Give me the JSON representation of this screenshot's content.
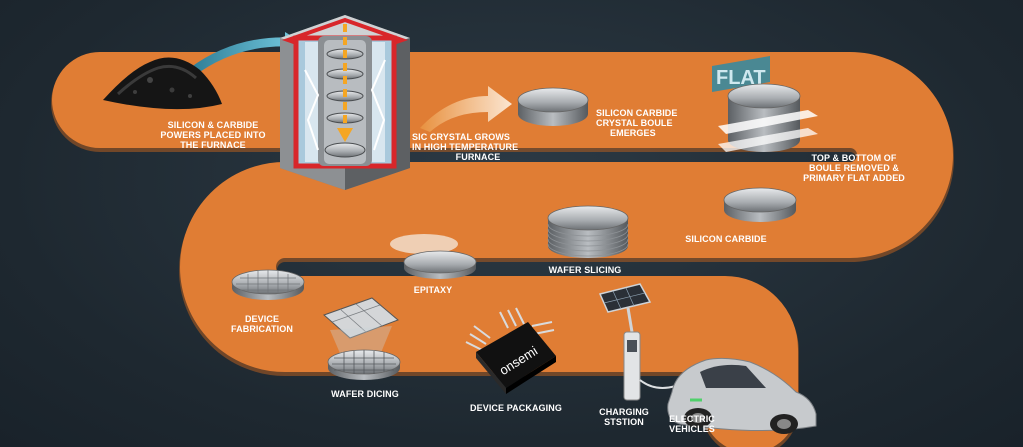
{
  "colors": {
    "band": "#e07d34",
    "band_dark": "#c0652a",
    "background": "#1f2a33",
    "furnace_red": "#d8262a",
    "accent_arrow": "#f5a623"
  },
  "labels": {
    "powders": [
      "SILICON & CARBIDE",
      "POWERS PLACED INTO",
      "THE FURNACE"
    ],
    "crystal_grows": [
      "SIC CRYSTAL GROWS",
      "IN HIGH TEMPERATURE",
      "FURNACE"
    ],
    "boule_emerges": [
      "SILICON CARBIDE",
      "CRYSTAL BOULE",
      "EMERGES"
    ],
    "flat_sign": "FLAT",
    "boule_removed": [
      "TOP & BOTTOM OF",
      "BOULE REMOVED &",
      "PRIMARY FLAT ADDED"
    ],
    "silicon_carbide": [
      "SILICON CARBIDE"
    ],
    "wafer_slicing": [
      "WAFER SLICING"
    ],
    "epitaxy": [
      "EPITAXY"
    ],
    "device_fabrication": [
      "DEVICE",
      "FABRICATION"
    ],
    "wafer_dicing": [
      "WAFER DICING"
    ],
    "device_packaging": [
      "DEVICE PACKAGING"
    ],
    "chip_brand": "onsemi",
    "charging_station": [
      "CHARGING",
      "STSTION"
    ],
    "electric_vehicles": [
      "ELECTRIC",
      "VEHICLES"
    ]
  },
  "icons": [
    "powder-pile-icon",
    "furnace-icon",
    "boule-icon",
    "flat-sign-icon",
    "sliced-boule-icon",
    "wafer-disc-icon",
    "wafer-stack-icon",
    "epitaxy-wafer-icon",
    "patterned-wafer-icon",
    "diced-wafer-icon",
    "chip-package-icon",
    "solar-panel-icon",
    "charging-station-icon",
    "electric-car-icon"
  ]
}
